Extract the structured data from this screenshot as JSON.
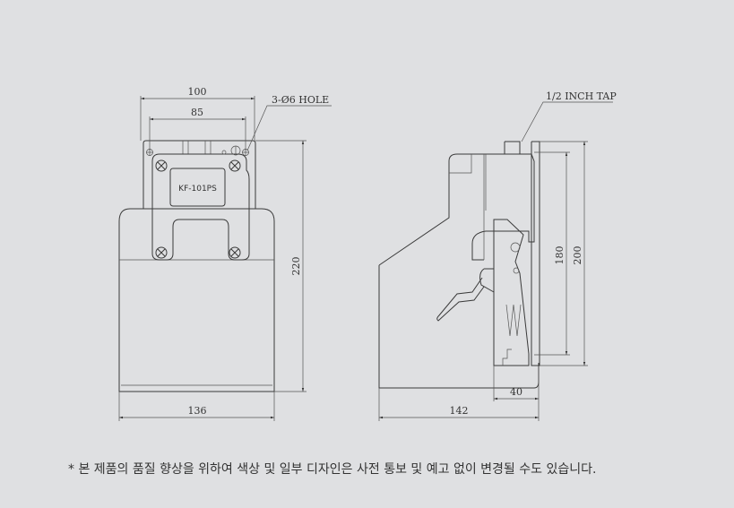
{
  "front_view": {
    "dim_width_outer": "100",
    "dim_width_holes": "85",
    "hole_callout": "3-Ø6 HOLE",
    "label": "KF-101PS",
    "dim_height": "220",
    "dim_body_width": "136"
  },
  "side_view": {
    "tap_callout": "1/2 INCH TAP",
    "dim_inner_height": "180",
    "dim_outer_height": "200",
    "dim_depth_plate": "40",
    "dim_depth_total": "142"
  },
  "footnote": "* 본 제품의 품질 향상을 위하여 색상 및 일부 디자인은 사전 통보 및 예고 없이 변경될 수도 있습니다."
}
